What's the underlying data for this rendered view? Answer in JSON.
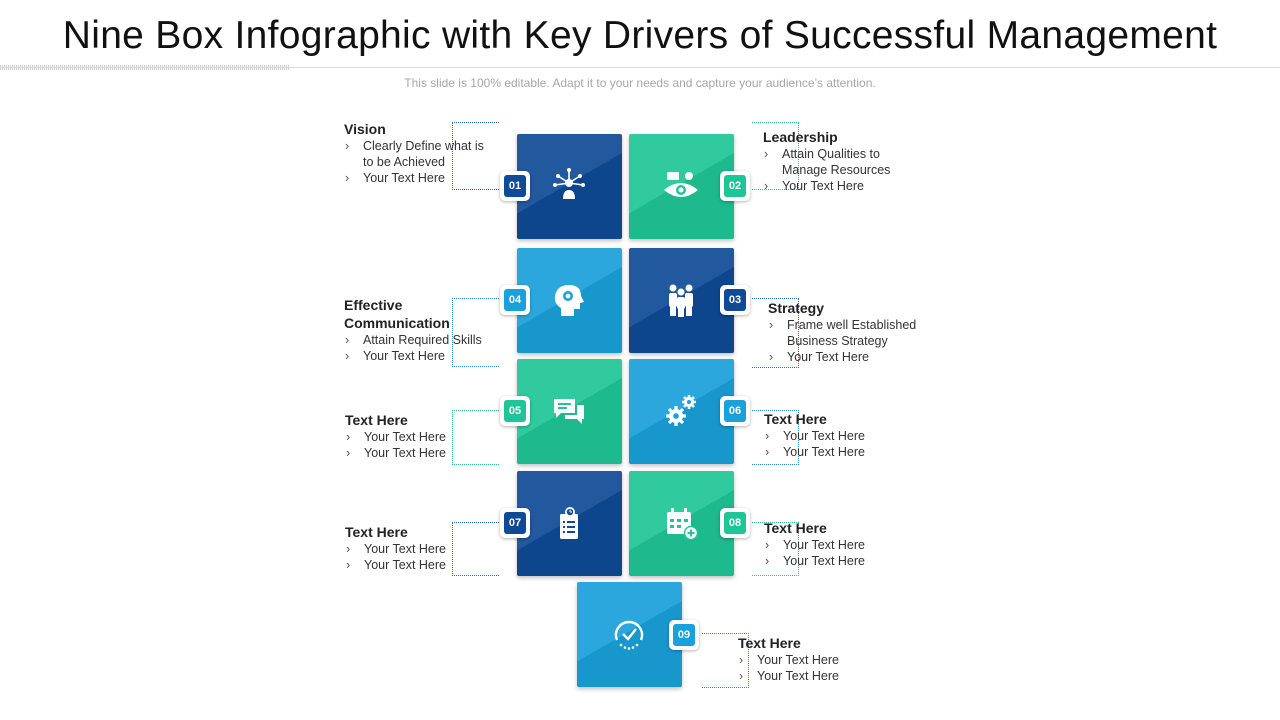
{
  "title": "Nine Box Infographic with Key Drivers of Successful Management",
  "subtitle": "This slide is 100% editable. Adapt it to your needs and capture your audience’s attention.",
  "colors": {
    "dark_blue": "#0f4a96",
    "green": "#1fc596",
    "light_blue": "#1aa0da"
  },
  "items": [
    {
      "num": "01",
      "heading": "Vision",
      "bullets": [
        "Clearly Define what is to be Achieved",
        "Your Text Here"
      ],
      "icon": "network-user-icon"
    },
    {
      "num": "02",
      "heading": "Leadership",
      "bullets": [
        "Attain Qualities to Manage Resources",
        "Your Text Here"
      ],
      "icon": "vision-eye-icon"
    },
    {
      "num": "03",
      "heading": "Strategy",
      "bullets": [
        "Frame well Established Business Strategy",
        "Your Text Here"
      ],
      "icon": "team-icon"
    },
    {
      "num": "04",
      "heading": "Effective Communication",
      "bullets": [
        "Attain Required Skills",
        "Your Text Here"
      ],
      "icon": "head-gear-icon"
    },
    {
      "num": "05",
      "heading": "Text Here",
      "bullets": [
        "Your Text Here",
        "Your Text Here"
      ],
      "icon": "chat-bubbles-icon"
    },
    {
      "num": "06",
      "heading": "Text Here",
      "bullets": [
        "Your Text Here",
        "Your Text Here"
      ],
      "icon": "gears-icon"
    },
    {
      "num": "07",
      "heading": "Text Here",
      "bullets": [
        "Your Text Here",
        "Your Text Here"
      ],
      "icon": "clipboard-clock-icon"
    },
    {
      "num": "08",
      "heading": "Text Here",
      "bullets": [
        "Your Text Here",
        "Your Text Here"
      ],
      "icon": "calendar-add-icon"
    },
    {
      "num": "09",
      "heading": "Text Here",
      "bullets": [
        "Your Text Here",
        "Your Text Here"
      ],
      "icon": "speedometer-check-icon"
    }
  ]
}
